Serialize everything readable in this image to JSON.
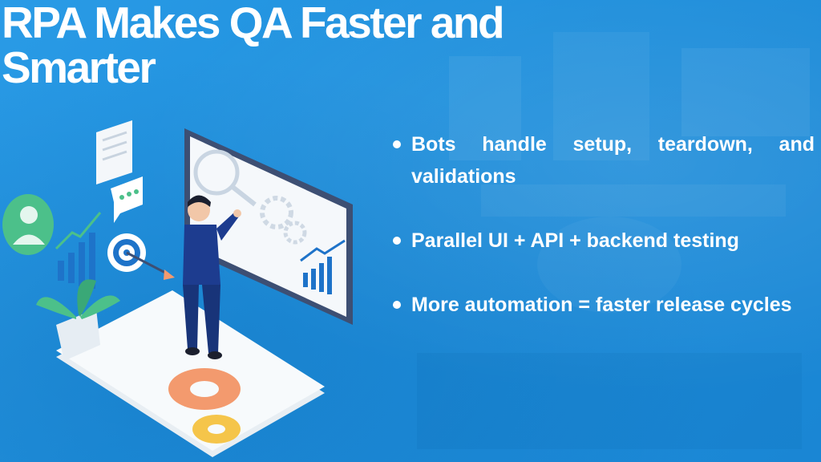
{
  "slide": {
    "title": "RPA Makes QA Faster and Smarter",
    "bullets": [
      "Bots handle setup, teardown, and validations",
      "Parallel UI + API + backend testing",
      "More automation = faster release cycles"
    ]
  },
  "colors": {
    "background": "#1f93e0",
    "text": "#ffffff",
    "gear_orange": "#f39a6e",
    "gear_yellow": "#f5c54a",
    "plant_green": "#4cc08a"
  },
  "icons": [
    "document-icon",
    "chat-bubble-icon",
    "user-avatar-icon",
    "bar-chart-icon",
    "target-icon",
    "gear-icon",
    "plant-icon",
    "magnifier-icon"
  ]
}
